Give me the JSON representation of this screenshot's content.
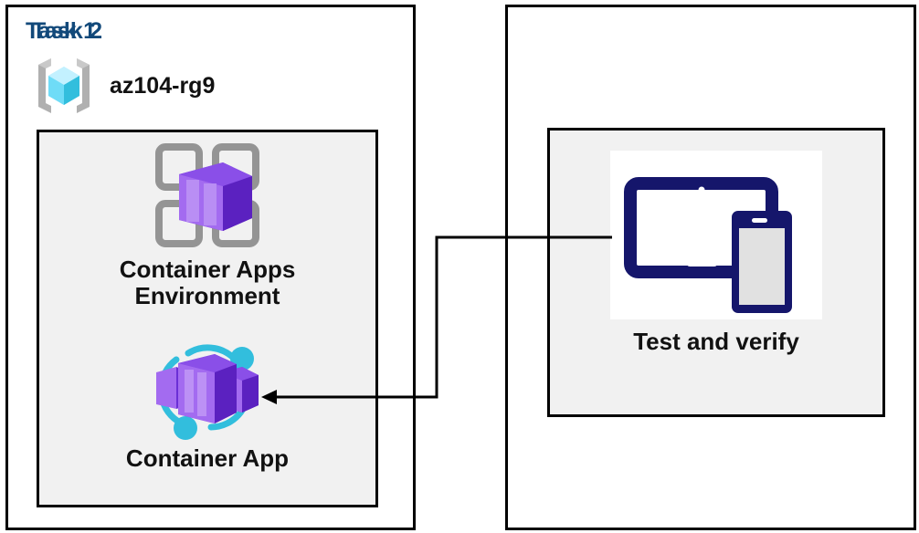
{
  "diagram": {
    "title_color": "#12497a",
    "panel_border_color": "#000000",
    "inner_box_fill": "#f1f1f1"
  },
  "task1": {
    "title": "Task 1",
    "resource_group": {
      "icon": "azure-resource-group-icon",
      "label": "az104-rg9",
      "icon_colors": {
        "cube": "#50E6FF",
        "bracket": "#A3A3A3"
      }
    },
    "nodes": [
      {
        "icon": "azure-container-apps-environment-icon",
        "label": "Container Apps\nEnvironment",
        "icon_colors": {
          "box": "#7B3FE4",
          "grid": "#949494"
        }
      },
      {
        "icon": "azure-container-app-icon",
        "label": "Container App",
        "icon_colors": {
          "box": "#8A4FE8",
          "ring": "#32BEDD"
        }
      }
    ]
  },
  "task2": {
    "title": "Task 2",
    "nodes": [
      {
        "icon": "test-and-verify-devices-icon",
        "label": "Test and verify",
        "icon_colors": {
          "device": "#15166B",
          "screen": "#E1E1E1"
        }
      }
    ]
  },
  "connector": {
    "name": "test-to-container-app-arrow",
    "from": "Test and verify",
    "to": "Container App",
    "direction": "right-to-left",
    "style": "orthogonal",
    "color": "#000000"
  }
}
